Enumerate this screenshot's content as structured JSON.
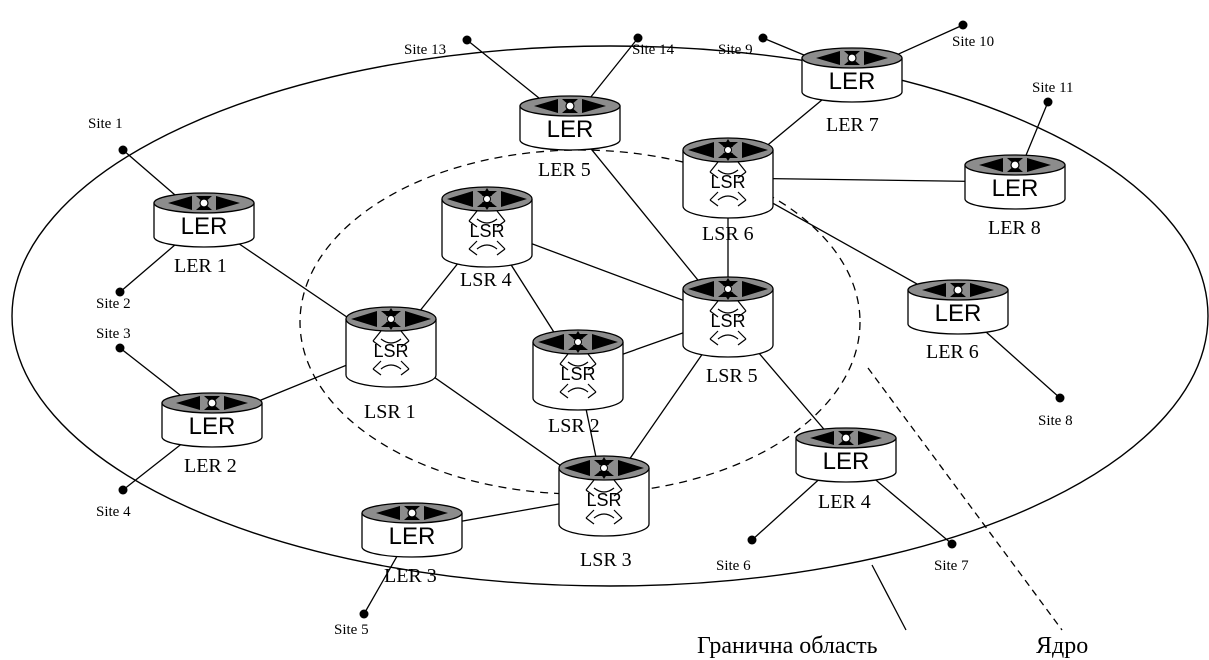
{
  "regions": {
    "edge_label": "Гранична область",
    "core_label": "Ядро"
  },
  "ler_routers": [
    {
      "id": "ler1",
      "icon_text": "LER",
      "label": "LER 1"
    },
    {
      "id": "ler2",
      "icon_text": "LER",
      "label": "LER 2"
    },
    {
      "id": "ler3",
      "icon_text": "LER",
      "label": "LER 3"
    },
    {
      "id": "ler4",
      "icon_text": "LER",
      "label": "LER 4"
    },
    {
      "id": "ler5",
      "icon_text": "LER",
      "label": "LER 5"
    },
    {
      "id": "ler6",
      "icon_text": "LER",
      "label": "LER 6"
    },
    {
      "id": "ler7",
      "icon_text": "LER",
      "label": "LER 7"
    },
    {
      "id": "ler8",
      "icon_text": "LER",
      "label": "LER 8"
    }
  ],
  "lsr_routers": [
    {
      "id": "lsr1",
      "icon_text": "LSR",
      "label": "LSR 1"
    },
    {
      "id": "lsr2",
      "icon_text": "LSR",
      "label": "LSR 2"
    },
    {
      "id": "lsr3",
      "icon_text": "LSR",
      "label": "LSR 3"
    },
    {
      "id": "lsr4",
      "icon_text": "LSR",
      "label": "LSR 4"
    },
    {
      "id": "lsr5",
      "icon_text": "LSR",
      "label": "LSR 5"
    },
    {
      "id": "lsr6",
      "icon_text": "LSR",
      "label": "LSR 6"
    }
  ],
  "sites": [
    {
      "id": "site1",
      "label": "Site 1"
    },
    {
      "id": "site2",
      "label": "Site 2"
    },
    {
      "id": "site3",
      "label": "Site 3"
    },
    {
      "id": "site4",
      "label": "Site 4"
    },
    {
      "id": "site5",
      "label": "Site 5"
    },
    {
      "id": "site6",
      "label": "Site 6"
    },
    {
      "id": "site7",
      "label": "Site 7"
    },
    {
      "id": "site8",
      "label": "Site 8"
    },
    {
      "id": "site9",
      "label": "Site 9"
    },
    {
      "id": "site10",
      "label": "Site 10"
    },
    {
      "id": "site11",
      "label": "Site 11"
    },
    {
      "id": "site13",
      "label": "Site 13"
    },
    {
      "id": "site14",
      "label": "Site 14"
    }
  ],
  "links": [
    [
      "site1",
      "ler1"
    ],
    [
      "site2",
      "ler1"
    ],
    [
      "site3",
      "ler2"
    ],
    [
      "site4",
      "ler2"
    ],
    [
      "site5",
      "ler3"
    ],
    [
      "site6",
      "ler4"
    ],
    [
      "site7",
      "ler4"
    ],
    [
      "site8",
      "ler6"
    ],
    [
      "site9",
      "ler7"
    ],
    [
      "site10",
      "ler7"
    ],
    [
      "site11",
      "ler8"
    ],
    [
      "site13",
      "ler5"
    ],
    [
      "site14",
      "ler5"
    ],
    [
      "ler1",
      "lsr1"
    ],
    [
      "ler2",
      "lsr1"
    ],
    [
      "ler3",
      "lsr3"
    ],
    [
      "ler4",
      "lsr5"
    ],
    [
      "ler5",
      "lsr5"
    ],
    [
      "ler6",
      "lsr6"
    ],
    [
      "ler7",
      "lsr6"
    ],
    [
      "ler8",
      "lsr6"
    ],
    [
      "lsr1",
      "lsr4"
    ],
    [
      "lsr1",
      "lsr3"
    ],
    [
      "lsr4",
      "lsr2"
    ],
    [
      "lsr4",
      "lsr5"
    ],
    [
      "lsr2",
      "lsr5"
    ],
    [
      "lsr2",
      "lsr3"
    ],
    [
      "lsr3",
      "lsr5"
    ],
    [
      "lsr5",
      "lsr6"
    ]
  ]
}
